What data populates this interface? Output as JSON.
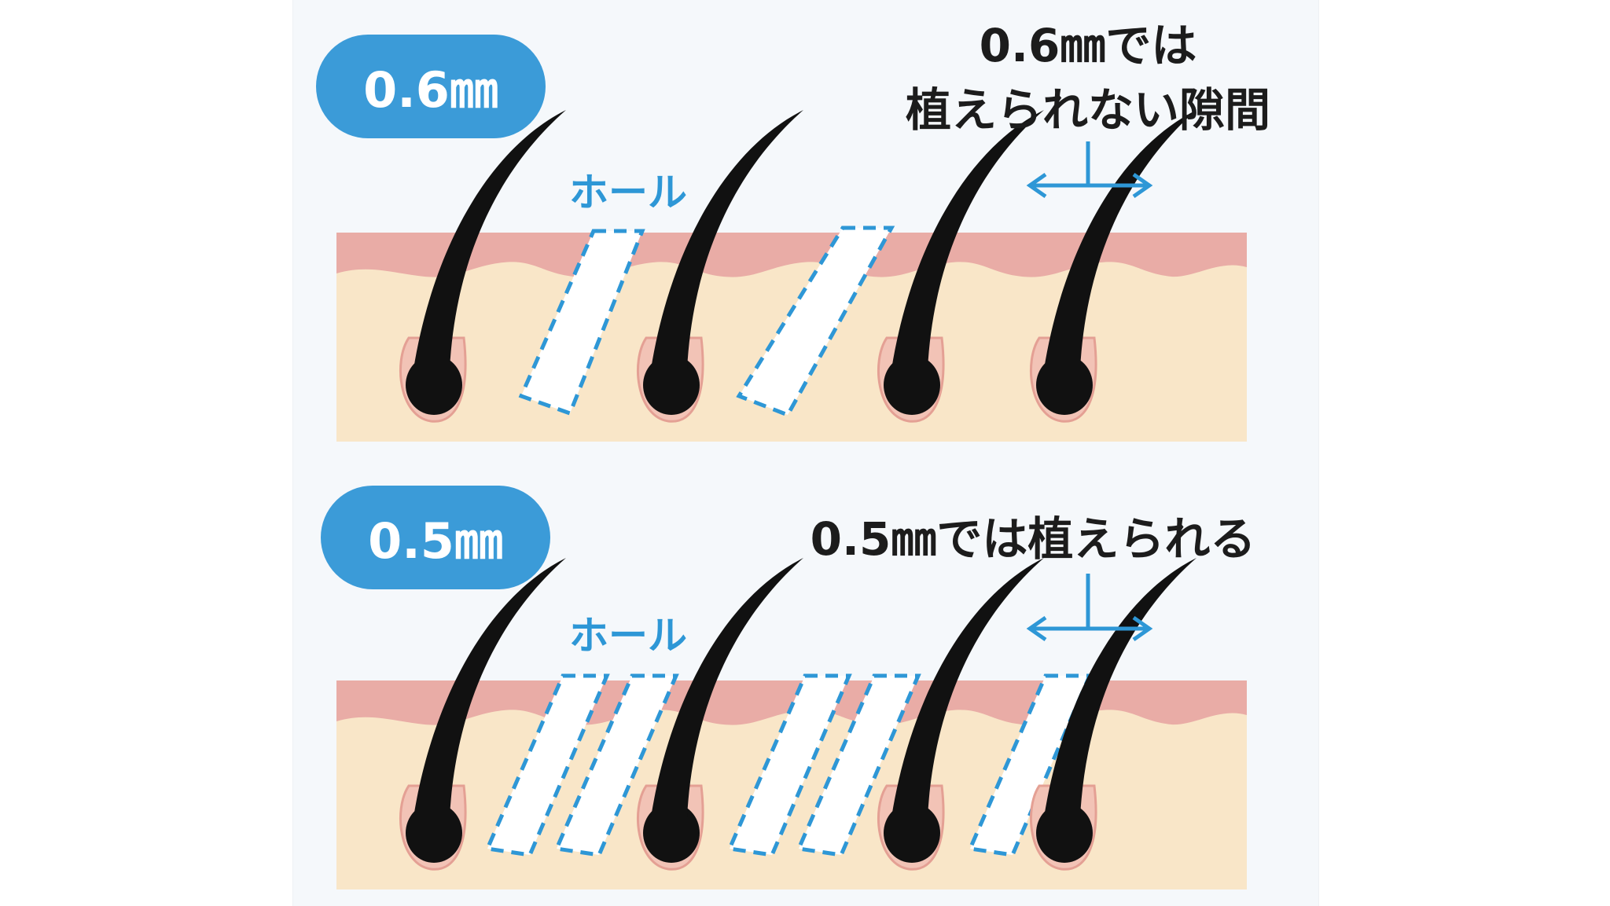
{
  "colors": {
    "accent_blue": "#3b9bd8",
    "skin_outer": "#e9aca6",
    "skin_inner": "#f9e6c8",
    "hair": "#111111",
    "hole_dash": "#2e97d6"
  },
  "panels": [
    {
      "size_label": "0.6㎜",
      "hole_label": "ホール",
      "callout_lines": [
        "0.6㎜では",
        "植えられない隙間"
      ]
    },
    {
      "size_label": "0.5㎜",
      "hole_label": "ホール",
      "callout_lines": [
        "0.5㎜では植えられる"
      ]
    }
  ]
}
